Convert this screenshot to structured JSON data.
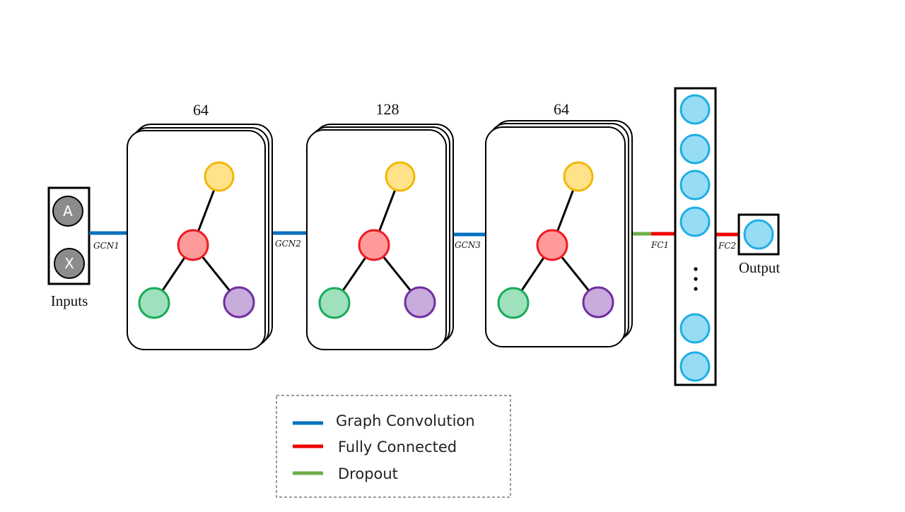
{
  "inputs": {
    "label": "Inputs",
    "nodes": [
      "A",
      "X"
    ]
  },
  "layers": [
    {
      "size": "64"
    },
    {
      "size": "128"
    },
    {
      "size": "64"
    }
  ],
  "connections": {
    "gcn1": "GCN1",
    "gcn2": "GCN2",
    "gcn3": "GCN3",
    "fc1": "FC1",
    "fc2": "FC2"
  },
  "fc_column": {
    "ellipsis": "⋮"
  },
  "output": {
    "label": "Output"
  },
  "legend": {
    "items": [
      {
        "label": "Graph Convolution",
        "color": "#0070c0"
      },
      {
        "label": "Fully Connected",
        "color": "#ee0000"
      },
      {
        "label": "Dropout",
        "color": "#70ad47"
      }
    ]
  },
  "colors": {
    "gcn_line": "#0070c0",
    "fc_line": "#ee0000",
    "dropout_line": "#70ad47",
    "input_node": "#8c8c8c",
    "fc_node_fill": "#97dcf5",
    "fc_node_stroke": "#1faee5",
    "graph_center_fill": "#ff9a9a",
    "graph_center_stroke": "#ee1b24",
    "graph_top_fill": "#ffe28a",
    "graph_top_stroke": "#f2b705",
    "graph_left_fill": "#9fe0bd",
    "graph_left_stroke": "#1aab5a",
    "graph_right_fill": "#c8acdc",
    "graph_right_stroke": "#7030a0"
  }
}
